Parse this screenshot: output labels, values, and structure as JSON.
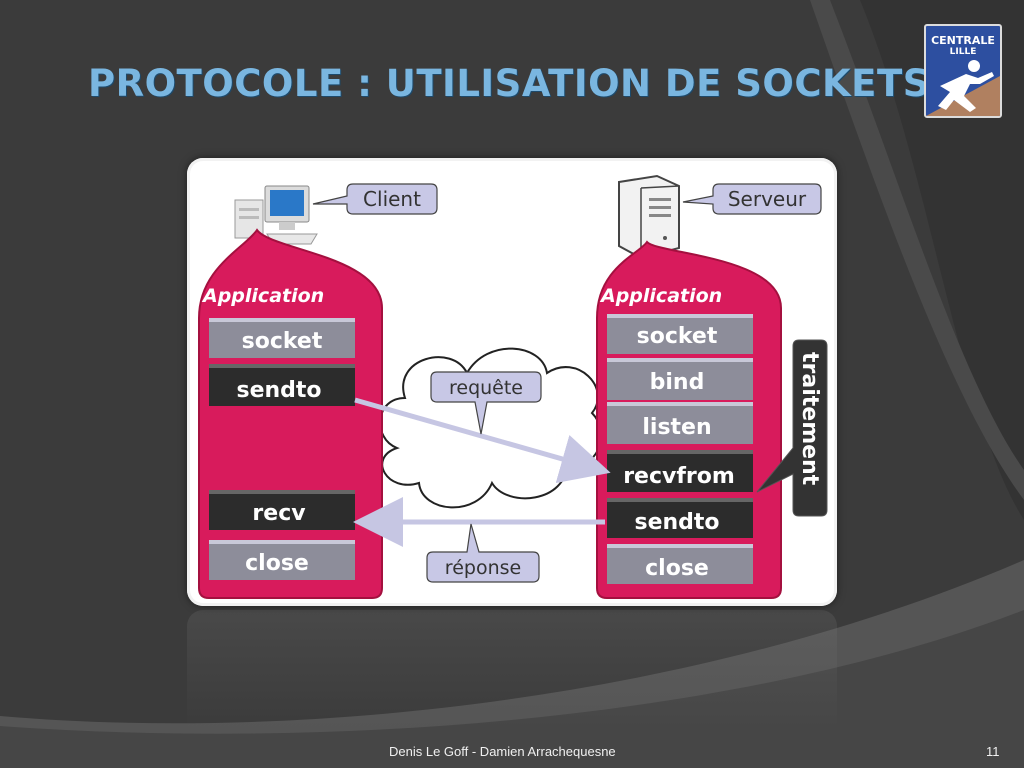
{
  "slide": {
    "title": "PROTOCOLE : UTILISATION DE SOCKETS",
    "logo": {
      "line1": "CENTRALE",
      "line2": "LILLE"
    },
    "footer": {
      "author": "Denis Le Goff - Damien Arrachequesne",
      "page": "11"
    }
  },
  "diagram": {
    "client": {
      "callout": "Client",
      "app_label": "Application",
      "ops": [
        "socket",
        "sendto",
        "recv",
        "close"
      ]
    },
    "server": {
      "callout": "Serveur",
      "app_label": "Application",
      "ops": [
        "socket",
        "bind",
        "listen",
        "recvfrom",
        "sendto",
        "close"
      ],
      "side_label": "traitement"
    },
    "request_label": "requête",
    "response_label": "réponse"
  },
  "colors": {
    "app_bg": "#d81b5c",
    "op_light": "#8d8d9a",
    "op_dark": "#2c2c2c",
    "bubble_bg": "#c8c8e6",
    "arrow": "#c6c6e3",
    "title": "#7ab6e0"
  }
}
